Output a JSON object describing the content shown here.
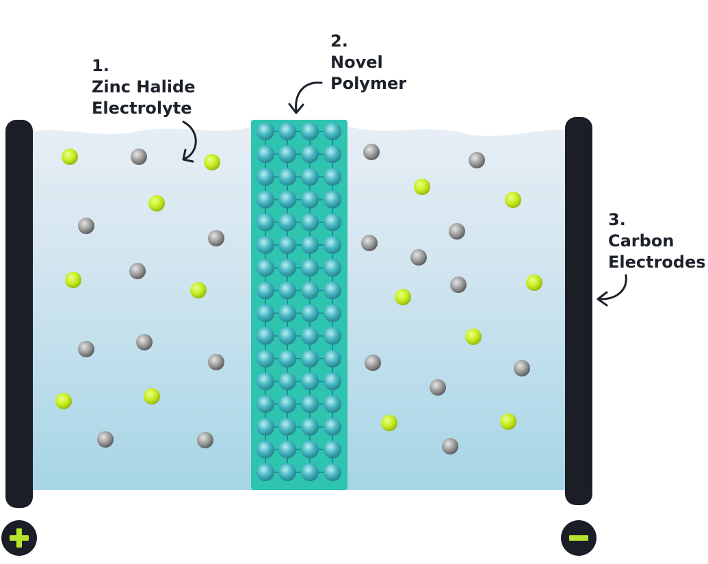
{
  "labels": {
    "electrolyte": {
      "number": "1.",
      "lines": [
        "Zinc Halide",
        "Electrolyte"
      ]
    },
    "polymer": {
      "number": "2.",
      "lines": [
        "Novel",
        "Polymer"
      ]
    },
    "electrodes": {
      "number": "3.",
      "lines": [
        "Carbon",
        "Electrodes"
      ]
    }
  },
  "terminals": {
    "positive": {
      "symbol": "plus-icon"
    },
    "negative": {
      "symbol": "minus-icon"
    }
  },
  "colors": {
    "electrode": "#1b1e26",
    "ion_green": "#c5ec1e",
    "ion_gray": "#9a9a9a",
    "polymer": "#2ec4b0",
    "polymer_bead": "#46b7c2",
    "electrolyte_top": "#e6eef5",
    "electrolyte_bottom": "#a7d6e7",
    "terminal_symbol": "#b7e32c",
    "text": "#1d2129"
  }
}
